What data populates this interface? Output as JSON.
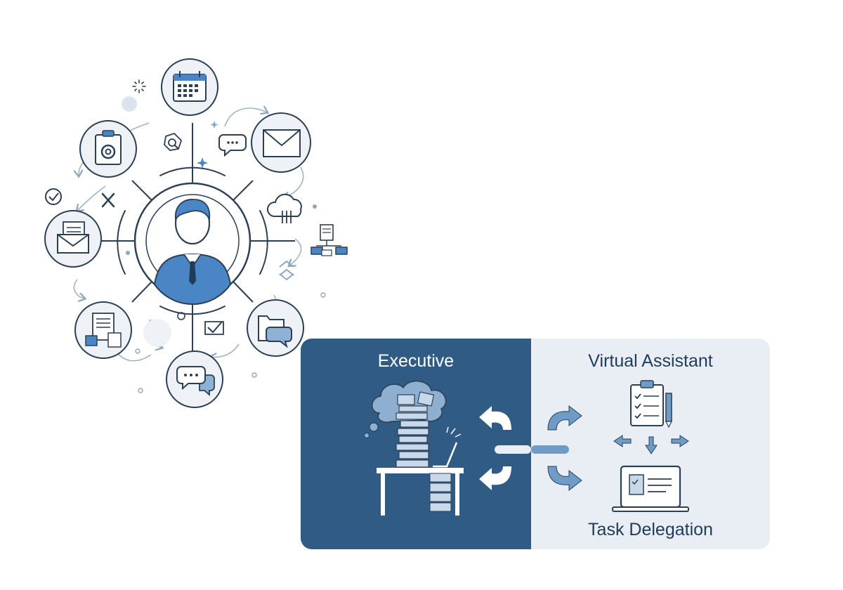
{
  "colors": {
    "navy": "#2f5b85",
    "light_panel": "#e9eef4",
    "accent": "#6f9cc7",
    "ink": "#2b3f55"
  },
  "hub": {
    "center_icon": "person-icon",
    "icons": [
      "calendar-icon",
      "email-at-icon",
      "envelope-folder-icon",
      "chat-icon",
      "inbox-documents-icon",
      "cloud-icon",
      "org-chart-icon",
      "documents-icon",
      "folder-chat-icon",
      "chat-bubbles-icon",
      "search-icon",
      "check-icon",
      "close-icon"
    ]
  },
  "panel": {
    "executive_label": "Executive",
    "assistant_label": "Virtual Assistant",
    "delegation_label": "Task Delegation",
    "icons": [
      "desk-icon",
      "paper-stack-icon",
      "thought-cloud-icon",
      "laptop-icon",
      "clipboard-checklist-icon",
      "pencil-icon",
      "monitor-checklist-icon",
      "arrow-icon"
    ]
  }
}
